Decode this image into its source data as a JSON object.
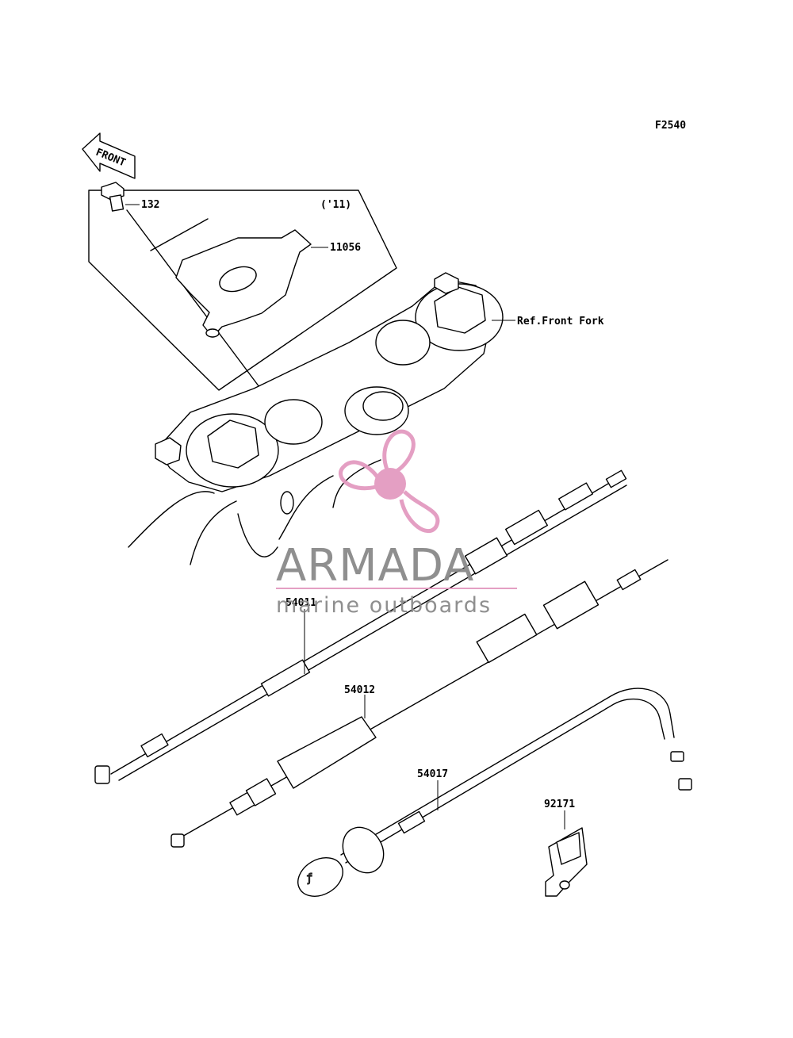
{
  "diagram": {
    "code": "F2540",
    "front_arrow_text": "FRONT",
    "year_note": "('11)",
    "parts": {
      "p132": "132",
      "p11056": "11056",
      "ref_front_fork": "Ref.Front Fork",
      "p54011": "54011",
      "p54012": "54012",
      "p54017": "54017",
      "p92171": "92171"
    }
  },
  "watermark": {
    "brand": "ARMADA",
    "tagline": "marine outboards",
    "colors": {
      "logo": "#e39ac0",
      "text": "#8a8a8a"
    }
  }
}
